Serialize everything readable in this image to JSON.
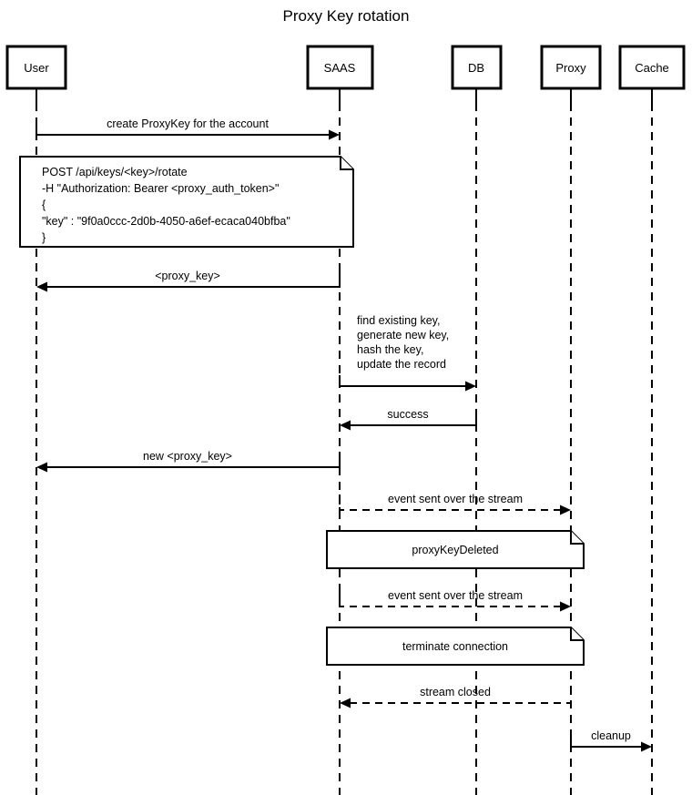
{
  "title": "Proxy Key rotation",
  "colors": {
    "background": "#ffffff",
    "stroke": "#000000",
    "text": "#000000",
    "note_fill": "#ffffff"
  },
  "actors": [
    {
      "id": "user",
      "label": "User"
    },
    {
      "id": "saas",
      "label": "SAAS"
    },
    {
      "id": "db",
      "label": "DB"
    },
    {
      "id": "proxy",
      "label": "Proxy"
    },
    {
      "id": "cache",
      "label": "Cache"
    }
  ],
  "messages": [
    {
      "id": "m1",
      "label": "create ProxyKey for the account",
      "from": "user",
      "to": "saas",
      "style": "solid",
      "direction": "right"
    },
    {
      "id": "m2",
      "label": "<proxy_key>",
      "from": "saas",
      "to": "user",
      "style": "solid",
      "direction": "left"
    },
    {
      "id": "m3",
      "label": "",
      "from": "saas",
      "to": "db",
      "style": "solid",
      "direction": "right"
    },
    {
      "id": "m4",
      "label": "success",
      "from": "db",
      "to": "saas",
      "style": "solid",
      "direction": "left"
    },
    {
      "id": "m5",
      "label": "new <proxy_key>",
      "from": "saas",
      "to": "user",
      "style": "solid",
      "direction": "left"
    },
    {
      "id": "m6",
      "label": "event sent over the stream",
      "from": "saas",
      "to": "proxy",
      "style": "dashed",
      "direction": "right"
    },
    {
      "id": "m7",
      "label": "event sent over the stream",
      "from": "saas",
      "to": "proxy",
      "style": "dashed",
      "direction": "right"
    },
    {
      "id": "m8",
      "label": "stream closed",
      "from": "proxy",
      "to": "saas",
      "style": "dashed",
      "direction": "left"
    },
    {
      "id": "m9",
      "label": "cleanup",
      "from": "proxy",
      "to": "cache",
      "style": "solid",
      "direction": "right"
    }
  ],
  "activity_label": {
    "id": "saas-activity",
    "lines": [
      "find existing key,",
      "generate new key,",
      "hash the key,",
      "update the record"
    ]
  },
  "notes": [
    {
      "id": "note-request",
      "lines": [
        "POST /api/keys/<key>/rotate",
        "-H \"Authorization: Bearer <proxy_auth_token>\"",
        "{",
        "    \"key\" : \"9f0a0ccc-2d0b-4050-a6ef-ecaca040bfba\"",
        "}"
      ],
      "align": "left"
    },
    {
      "id": "note-proxy-key-deleted",
      "lines": [
        "proxyKeyDeleted"
      ],
      "align": "center"
    },
    {
      "id": "note-terminate-connection",
      "lines": [
        "terminate connection"
      ],
      "align": "center"
    }
  ]
}
